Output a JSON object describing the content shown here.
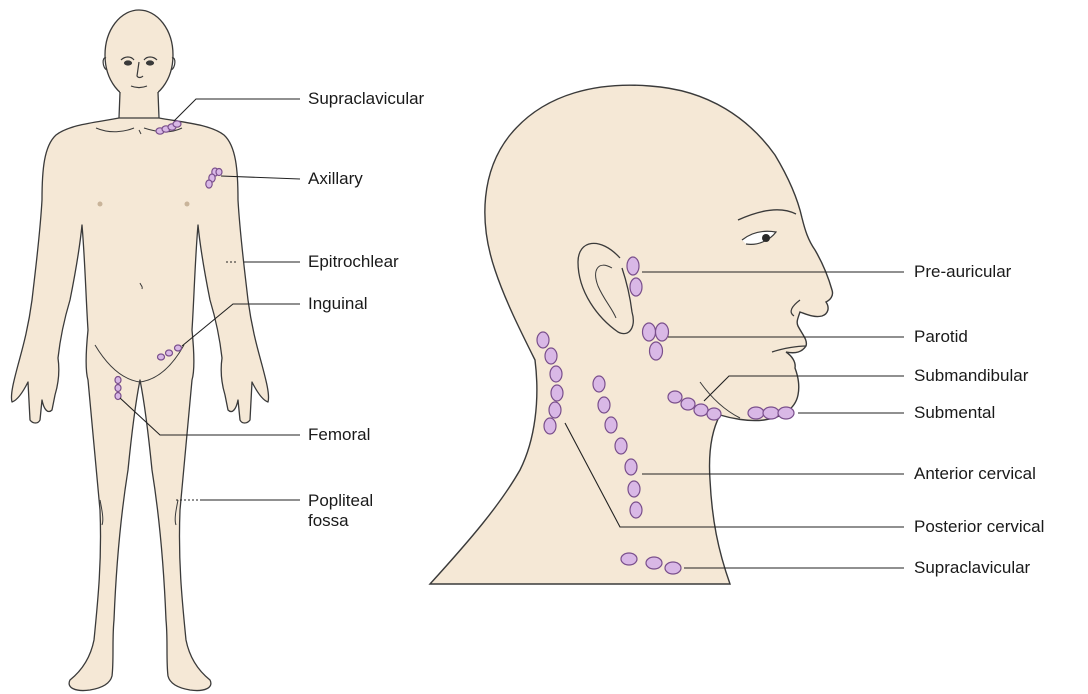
{
  "colors": {
    "skin": "#f5e8d6",
    "outline": "#3a3a3a",
    "node_fill": "#d9b8e6",
    "node_stroke": "#7a4f8c",
    "leader_line": "#222222",
    "label_text": "#1a1a1a"
  },
  "body_labels": [
    {
      "key": "supraclavicular",
      "text": "Supraclavicular"
    },
    {
      "key": "axillary",
      "text": "Axillary"
    },
    {
      "key": "epitrochlear",
      "text": "Epitrochlear"
    },
    {
      "key": "inguinal",
      "text": "Inguinal"
    },
    {
      "key": "femoral",
      "text": "Femoral"
    },
    {
      "key": "popliteal",
      "text": "Popliteal\nfossa"
    }
  ],
  "head_labels": [
    {
      "key": "pre-auricular",
      "text": "Pre-auricular"
    },
    {
      "key": "parotid",
      "text": "Parotid"
    },
    {
      "key": "submandibular",
      "text": "Submandibular"
    },
    {
      "key": "submental",
      "text": "Submental"
    },
    {
      "key": "anterior-cervical",
      "text": "Anterior cervical"
    },
    {
      "key": "posterior-cervical",
      "text": "Posterior cervical"
    },
    {
      "key": "supraclavicular-head",
      "text": "Supraclavicular"
    }
  ]
}
